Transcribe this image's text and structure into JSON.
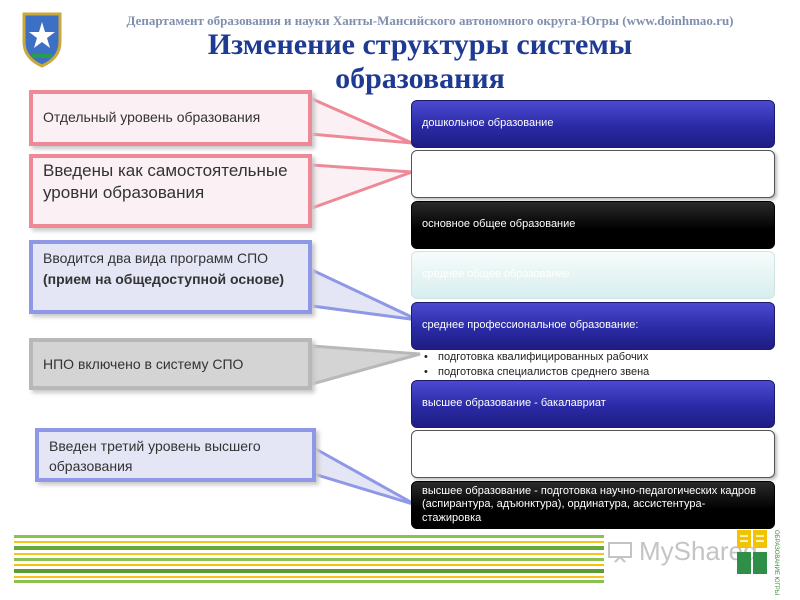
{
  "header": {
    "department": "Департамент образования и науки Ханты-Мансийского автономного округа-Югры (www.doinhmao.ru)",
    "title_line1": "Изменение структуры системы",
    "title_line2": "образования"
  },
  "callouts": [
    {
      "text": "Отдельный уровень  образования"
    },
    {
      "text": "Введены как самостоятельные уровни образования"
    },
    {
      "text_plain": "Вводится два вида программ СПО ",
      "text_bold": "(прием на общедоступной основе)"
    },
    {
      "text": "НПО включено в систему СПО"
    },
    {
      "text": "Введен третий уровень высшего образования"
    }
  ],
  "levels": [
    {
      "text": "дошкольное образование"
    },
    {
      "text": ""
    },
    {
      "text": "основное общее образование"
    },
    {
      "text": "среднее общее образование"
    },
    {
      "text": "среднее профессиональное образование:"
    },
    {
      "text": "высшее образование - бакалавриат"
    },
    {
      "text": ""
    },
    {
      "text": "высшее образование - подготовка научно-педагогических кадров (аспирантура, адъюнктура), ординатура, ассистентура-стажировка"
    }
  ],
  "spo_bullets": [
    "подготовка квалифицированных рабочих",
    "подготовка специалистов среднего звена"
  ],
  "footer": {
    "watermark": "MyShared",
    "badge_text": "ОБРАЗОВАНИЕ ЮГРЫ"
  },
  "colors": {
    "title": "#1f3a93",
    "pink_callout_border": "#ee8a98",
    "blue_callout_border": "#8e98e6",
    "gray_callout_border": "#b8b8b8",
    "level_blue": "#2b2aa6",
    "stripe_green": "#7ab648",
    "stripe_yellow": "#f2c300"
  },
  "icons": [
    "coat-of-arms-icon",
    "presentation-icon",
    "book-badge-icon"
  ]
}
